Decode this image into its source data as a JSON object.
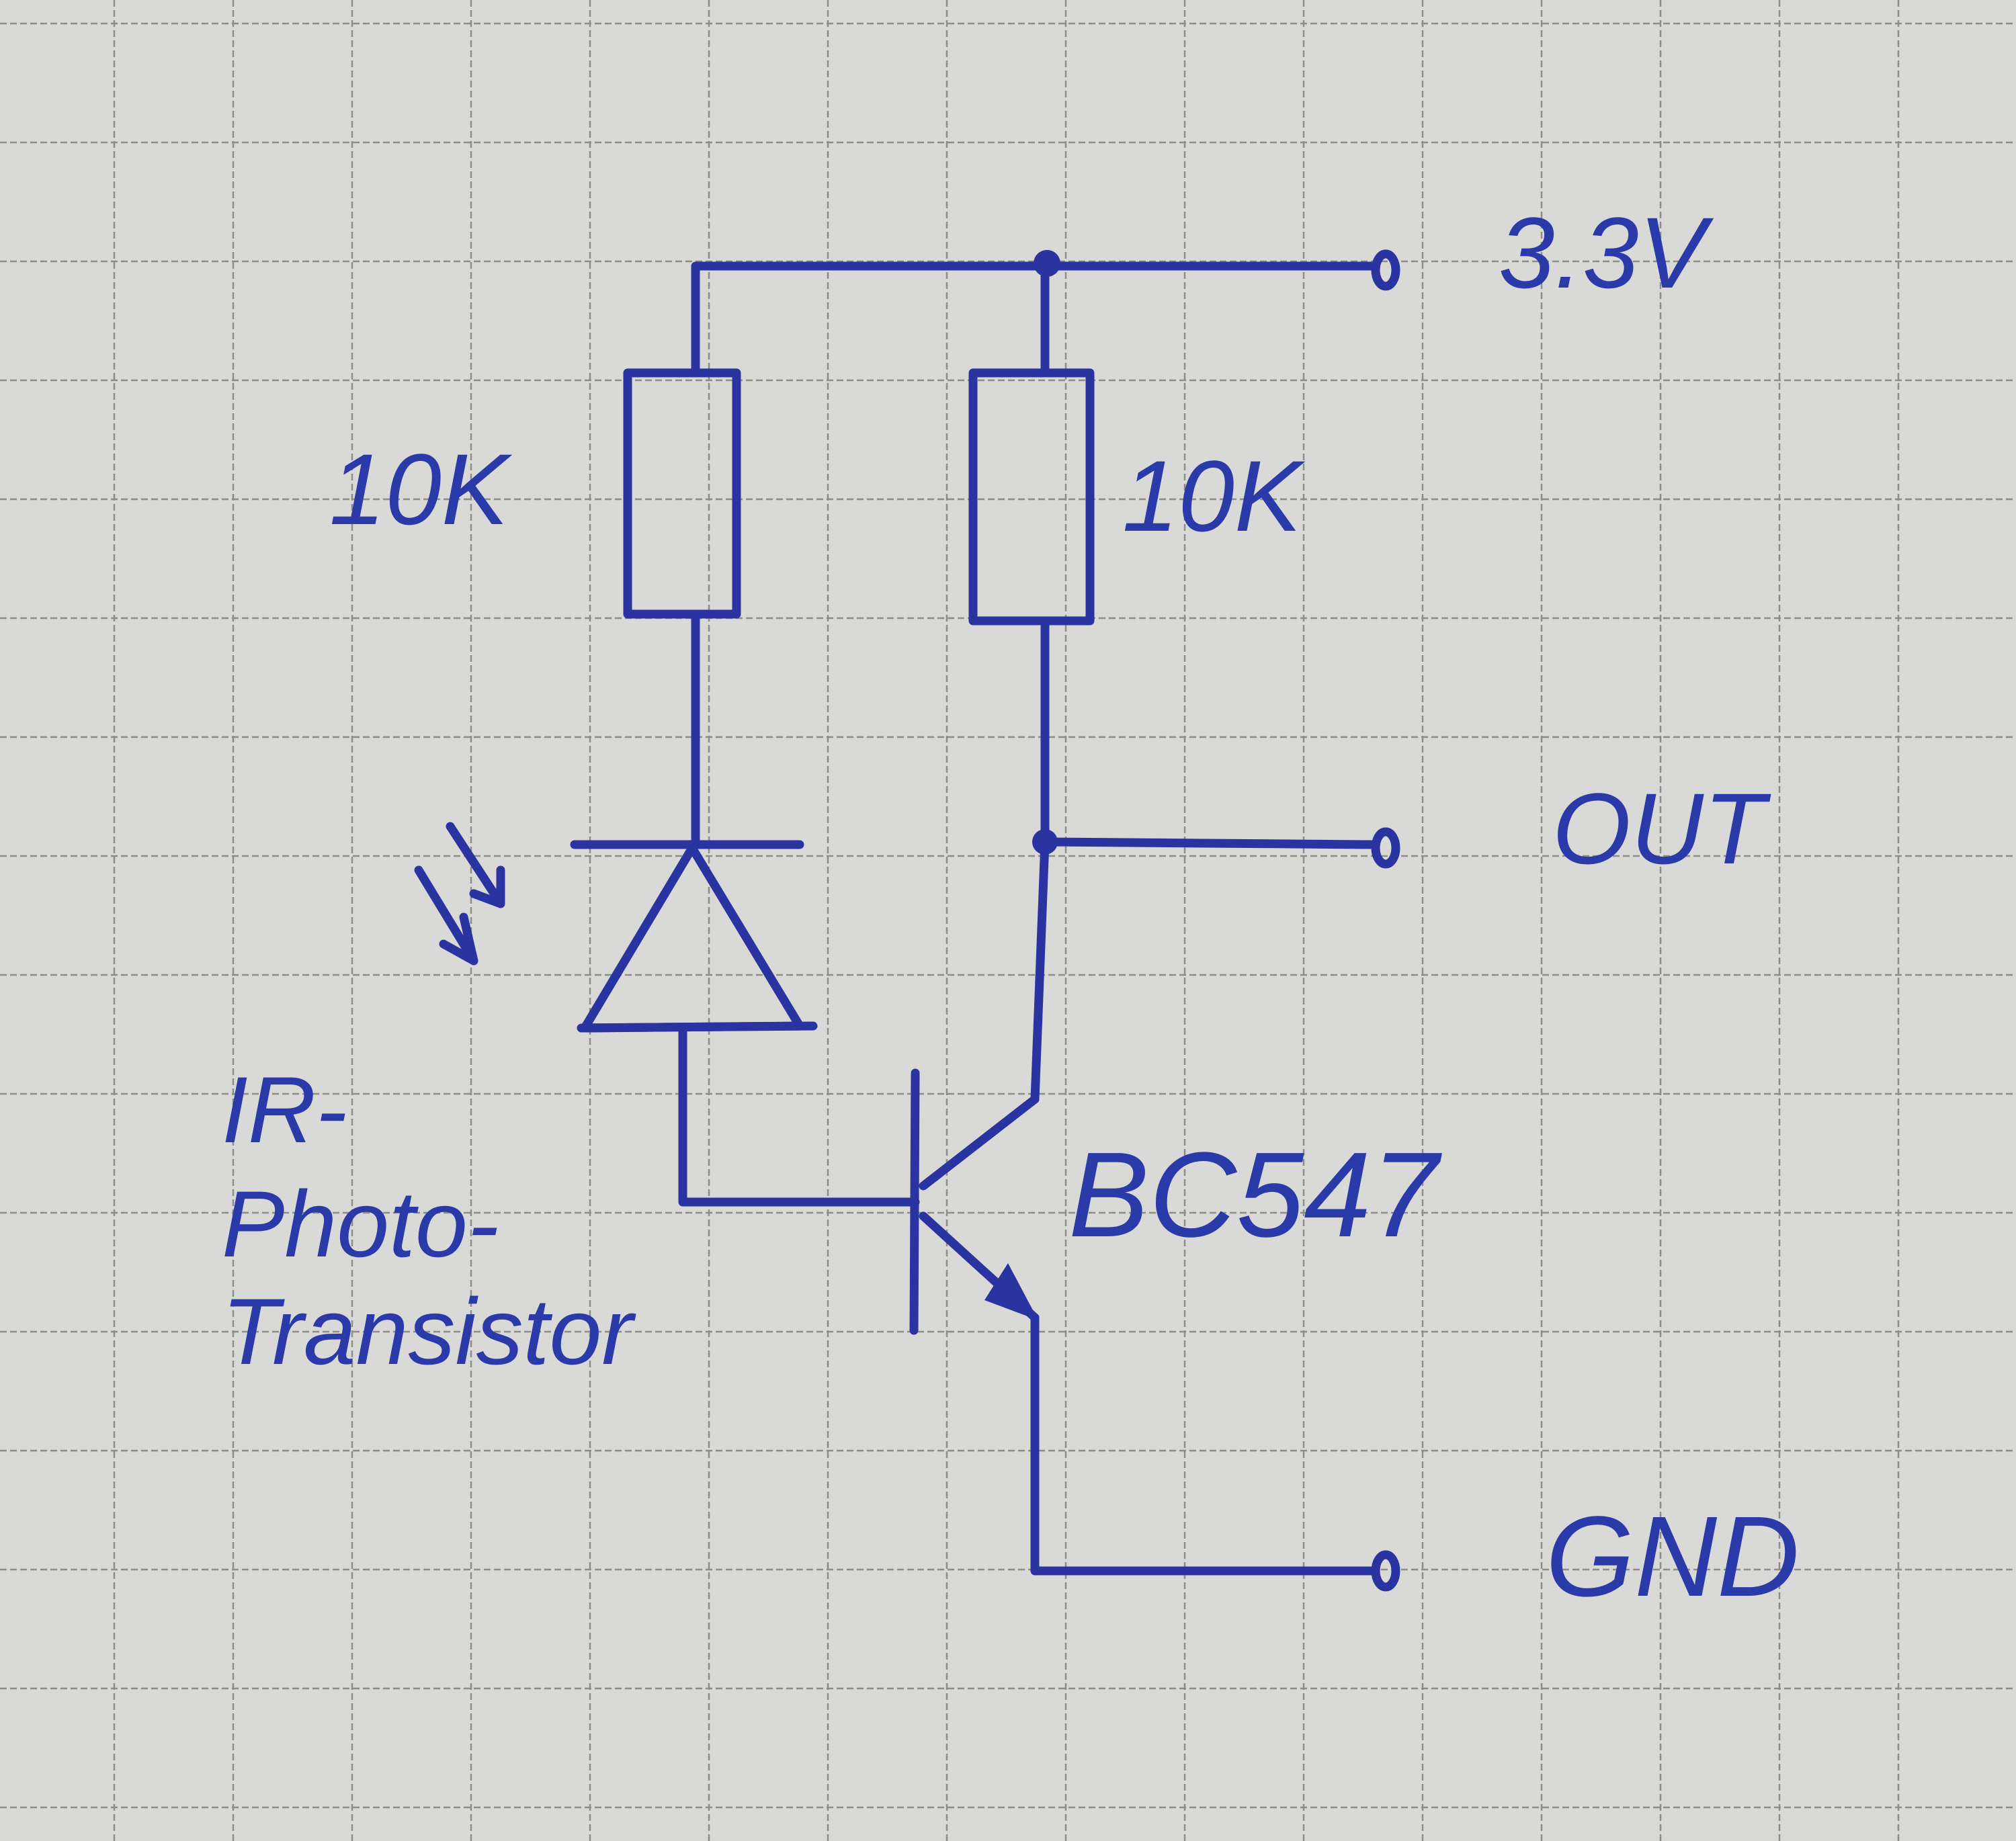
{
  "diagram": {
    "type": "hand-drawn circuit schematic on grid paper",
    "ink_color": "#2a34a0",
    "paper_color": "#d9d9d7",
    "terminals": [
      {
        "id": "vcc",
        "label": "3.3V"
      },
      {
        "id": "out",
        "label": "OUT"
      },
      {
        "id": "gnd",
        "label": "GND"
      }
    ],
    "components": [
      {
        "id": "r1",
        "kind": "resistor",
        "label": "10K"
      },
      {
        "id": "r2",
        "kind": "resistor",
        "label": "10K"
      },
      {
        "id": "pt1",
        "kind": "photo-transistor",
        "label_lines": [
          "IR-",
          "Photo-",
          "Transistor"
        ]
      },
      {
        "id": "q1",
        "kind": "npn-transistor",
        "label": "BC547"
      }
    ],
    "connections": [
      [
        "vcc",
        "r1.top"
      ],
      [
        "vcc",
        "r2.top"
      ],
      [
        "r1.bottom",
        "pt1.top"
      ],
      [
        "pt1.bottom",
        "q1.base"
      ],
      [
        "r2.bottom",
        "q1.collector"
      ],
      [
        "q1.collector",
        "out"
      ],
      [
        "q1.emitter",
        "gnd"
      ]
    ]
  }
}
